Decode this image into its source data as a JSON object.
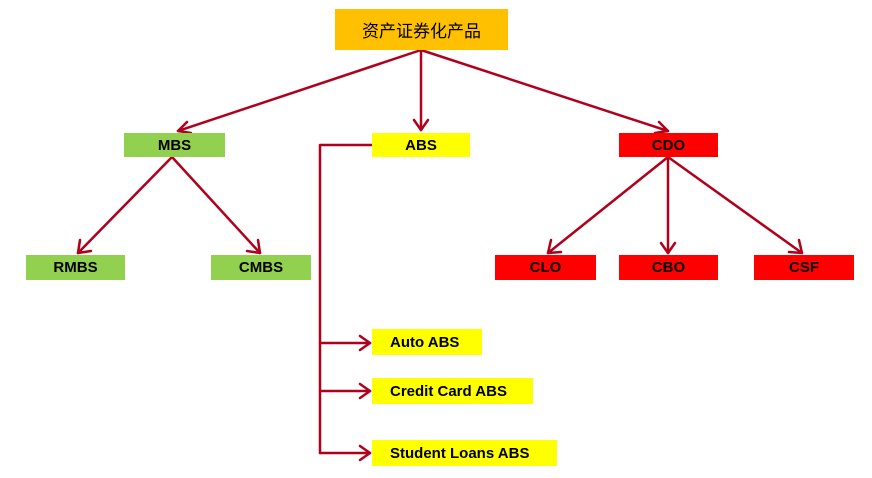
{
  "colors": {
    "arrow": "#b0001c",
    "root": "#ffc000",
    "mbs": "#92d050",
    "abs": "#ffff00",
    "cdo": "#ff0000"
  },
  "nodes": {
    "root": "资产证券化产品",
    "mbs": "MBS",
    "abs": "ABS",
    "cdo": "CDO",
    "rmbs": "RMBS",
    "cmbs": "CMBS",
    "clo": "CLO",
    "cbo": "CBO",
    "csf": "CSF",
    "auto_abs": "Auto ABS",
    "credit_card_abs": "Credit Card ABS",
    "student_loans_abs": "Student Loans ABS"
  }
}
